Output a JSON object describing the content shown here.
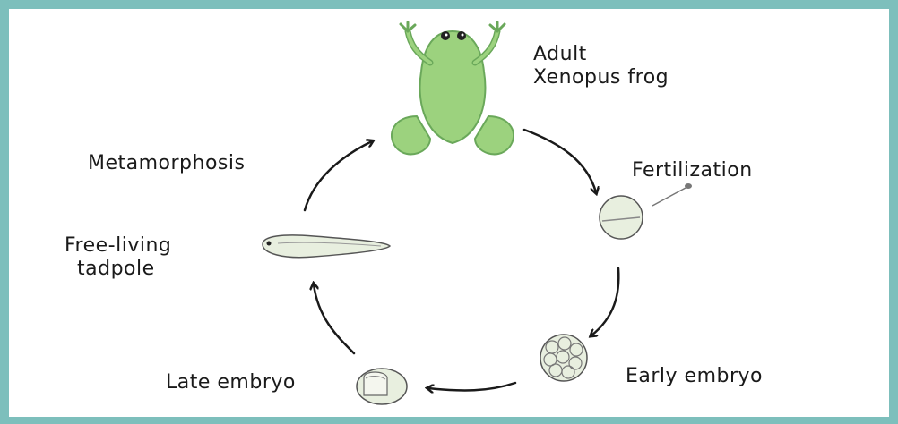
{
  "stages": {
    "adult": {
      "line1": "Adult",
      "line2": "Xenopus frog"
    },
    "fertilization": "Fertilization",
    "early_embryo": "Early embryo",
    "late_embryo": "Late embryo",
    "tadpole": {
      "line1": "Free-living",
      "line2": "tadpole"
    },
    "metamorphosis": "Metamorphosis"
  },
  "colors": {
    "border": "#7dbfbc",
    "frog": "#9cd27e",
    "frog_outline": "#6aa85a",
    "cell_fill": "#e8efdf",
    "outline": "#333333",
    "arrow": "#1a1a1a"
  }
}
